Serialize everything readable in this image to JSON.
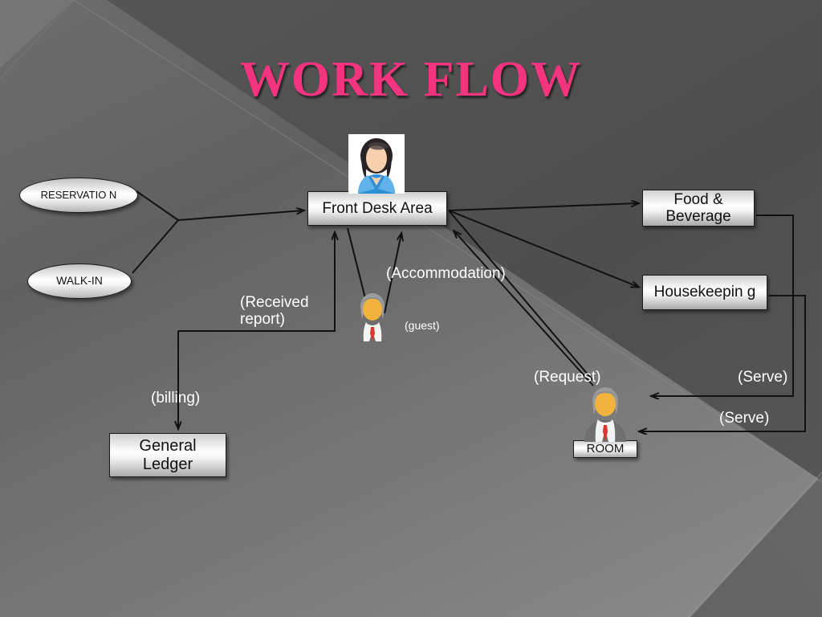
{
  "slide": {
    "title": "WORK FLOW",
    "title_color": "#f5347f",
    "background_color": "#6d6d6d",
    "edge_color": "#111111",
    "label_color": "#ffffff"
  },
  "nodes": {
    "reservation": {
      "label": "RESERVATIO N",
      "shape": "ellipse"
    },
    "walkin": {
      "label": "WALK-IN",
      "shape": "ellipse"
    },
    "front_desk": {
      "label": "Front Desk Area",
      "shape": "rectangle"
    },
    "food_beverage": {
      "label": "Food & Beverage",
      "shape": "rectangle"
    },
    "housekeeping": {
      "label": "Housekeepin g",
      "shape": "rectangle"
    },
    "general_ledger": {
      "label": "General Ledger",
      "shape": "rectangle"
    },
    "room": {
      "label": "ROOM",
      "shape": "rectangle"
    }
  },
  "avatars": {
    "receptionist": {
      "icon": "receptionist-avatar-icon"
    },
    "guest": {
      "icon": "guest-avatar-icon"
    },
    "room_guest": {
      "icon": "guest-avatar-icon"
    }
  },
  "edge_labels": {
    "accommodation": "(Accommodation)",
    "guest": "(guest)",
    "received_report": "(Received report)",
    "billing": "(billing)",
    "request": "(Request)",
    "serve_food": "(Serve)",
    "serve_housekeeping": "(Serve)"
  }
}
